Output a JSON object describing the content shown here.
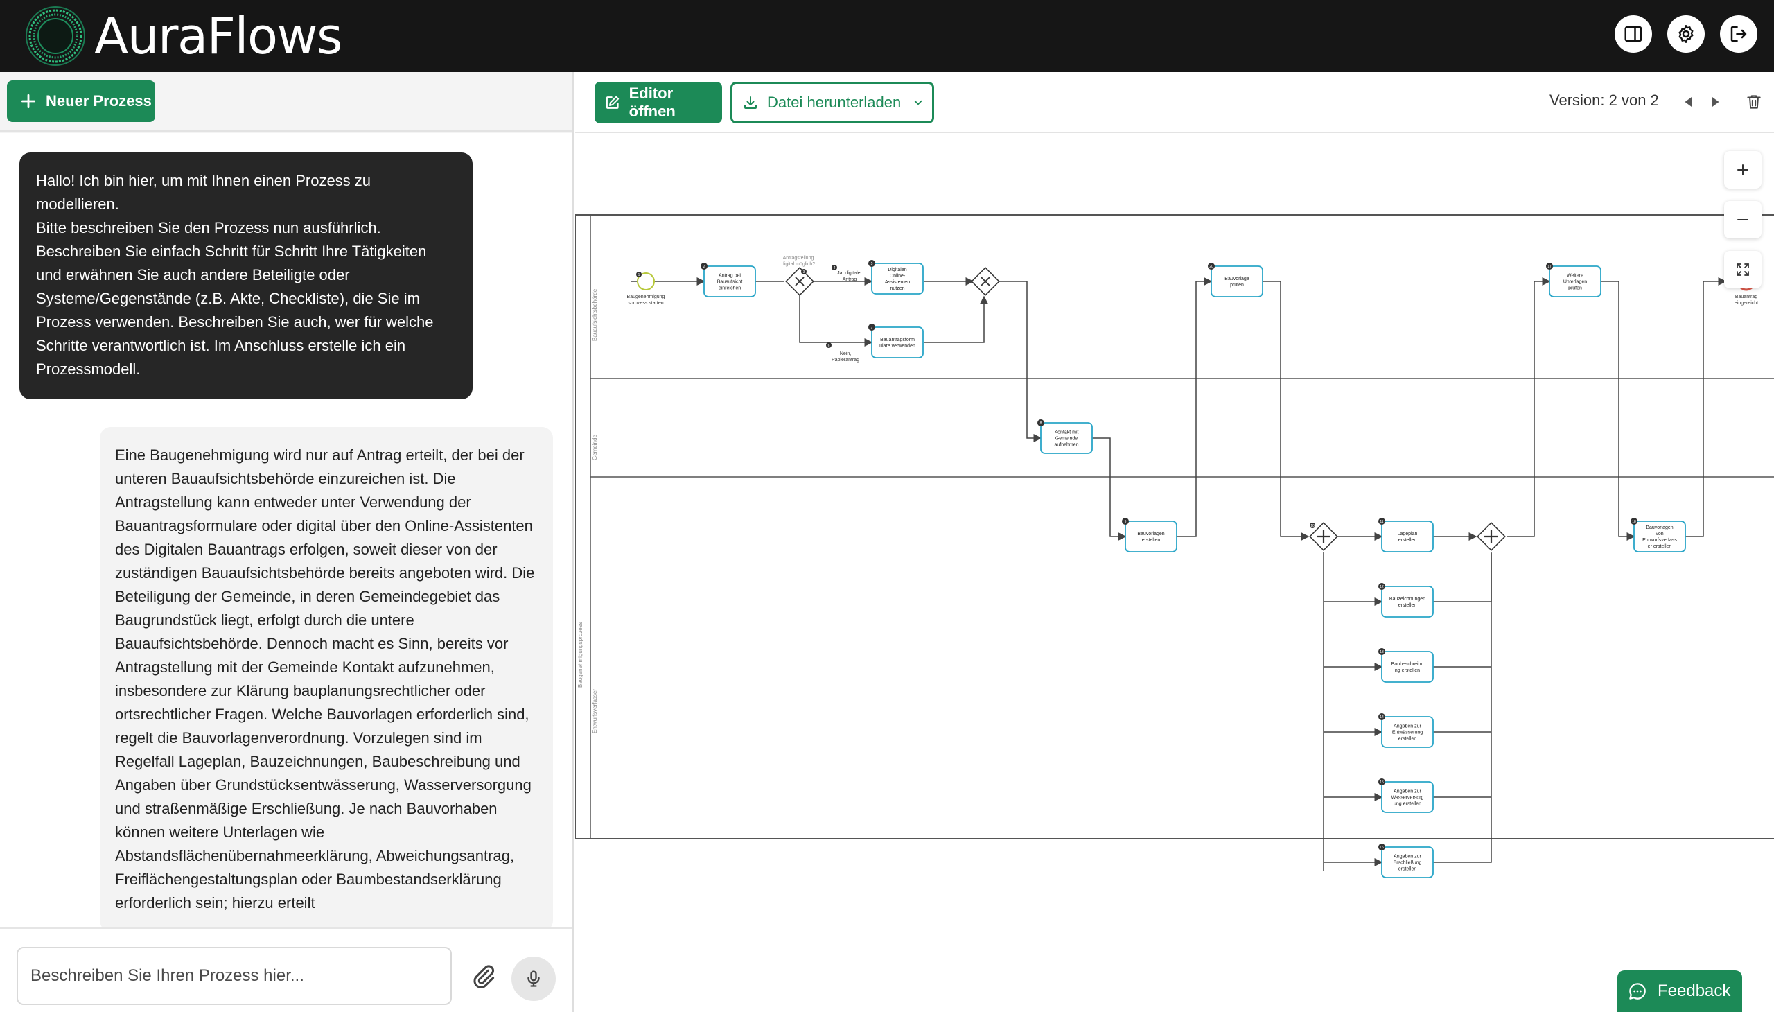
{
  "app": {
    "brand": "AuraFlows"
  },
  "topbar": {
    "icons": [
      "sidebar-toggle-icon",
      "gear-icon",
      "logout-icon"
    ]
  },
  "left": {
    "new_process_label": "Neuer Prozess",
    "bot_message": "Hallo! Ich bin hier, um mit Ihnen einen Prozess zu modellieren.\nBitte beschreiben Sie den Prozess nun ausführlich. Beschreiben Sie einfach Schritt für Schritt Ihre Tätigkeiten und erwähnen Sie auch andere Beteiligte oder Systeme/Gegenstände (z.B. Akte, Checkliste), die Sie im Prozess verwenden. Beschreiben Sie auch, wer für welche Schritte verantwortlich ist. Im Anschluss erstelle ich ein Prozessmodell.",
    "user_message": "Eine Baugenehmigung wird nur auf Antrag erteilt, der bei der unteren Bauaufsichtsbehörde einzureichen ist. Die Antragstellung kann entweder unter Verwendung der Bauantragsformulare oder digital über den Online-Assistenten des Digitalen Bauantrags erfolgen, soweit dieser von der zuständigen Bauaufsichtsbehörde bereits angeboten wird. Die Beteiligung der Gemeinde, in deren Gemeindegebiet das Baugrundstück liegt, erfolgt durch die untere Bauaufsichtsbehörde. Dennoch macht es Sinn, bereits vor Antragstellung mit der Gemeinde Kontakt aufzunehmen, insbesondere zur Klärung bauplanungsrechtlicher oder ortsrechtlicher Fragen. Welche Bauvorlagen erforderlich sind, regelt die Bauvorlagenverordnung. Vorzulegen sind im Regelfall Lageplan, Bauzeichnungen, Baubeschreibung und Angaben über Grundstücksentwässerung, Wasserversorgung und straßenmäßige Erschließung. Je nach Bauvorhaben können weitere Unterlagen wie Abstandsflächenübernahmeerklärung, Abweichungsantrag, Freiflächengestaltungsplan oder Baumbestandserklärung erforderlich sein; hierzu erteilt",
    "input_placeholder": "Beschreiben Sie Ihren Prozess hier..."
  },
  "right": {
    "editor_label": "Editor öffnen",
    "download_label": "Datei herunterladen",
    "version_label": "Version: 2 von 2",
    "feedback_label": "Feedback"
  },
  "diagram": {
    "lanes": [
      "Bauaufsichtsbehörde",
      "Gemeinde",
      "Entwurfsverfasser"
    ],
    "pool": "Baugenehmigungsprozess",
    "start_event": "Baugenehmigung sprozess starten",
    "tasks": {
      "t2": [
        "Antrag bei",
        "Bauaufsicht",
        "einreichen"
      ],
      "t5": [
        "Digitalen",
        "Online-",
        "Assistenten",
        "nutzen"
      ],
      "t7": [
        "Bauantragsform",
        "ulare verwenden"
      ],
      "t3": [
        "Kontakt mit",
        "Gemeinde",
        "aufnehmen"
      ],
      "t9": [
        "Bauvorlagen",
        "erstellen"
      ],
      "t20": [
        "Bauvorlage",
        "prüfen"
      ],
      "t11": [
        "Lageplan",
        "erstellen"
      ],
      "t12": [
        "Bauzeichnungen",
        "erstellen"
      ],
      "t13": [
        "Baubeschreibu",
        "ng erstellen"
      ],
      "t14": [
        "Angaben zur",
        "Entwässerung",
        "erstellen"
      ],
      "t15": [
        "Angaben zur",
        "Wasserversorg",
        "ung erstellen"
      ],
      "t16": [
        "Angaben zur",
        "Erschließung",
        "erstellen"
      ],
      "t17": [
        "Weitere",
        "Unterlagen",
        "prüfen"
      ],
      "t18": [
        "Bauvorlagen",
        "von",
        "Entwurfsverfass",
        "er erstellen"
      ]
    },
    "gateway_label": [
      "Antragstellung",
      "digital möglich?"
    ],
    "flow_yes": [
      "Ja, digitaler",
      "Antrag"
    ],
    "flow_no": [
      "Nein,",
      "Papierantrag"
    ],
    "end_event": [
      "Bauantrag",
      "eingereicht"
    ],
    "badges": {
      "start": "1",
      "t2": "2",
      "gw": "3",
      "yes": "4",
      "t5": "5",
      "no": "6",
      "t7": "7",
      "t3": "8",
      "t9": "9",
      "gw10": "10",
      "t11": "11",
      "t12": "12",
      "t13": "13",
      "t14": "14",
      "t15": "15",
      "t16": "16",
      "t17": "17",
      "t18": "18",
      "t20": "20"
    }
  }
}
